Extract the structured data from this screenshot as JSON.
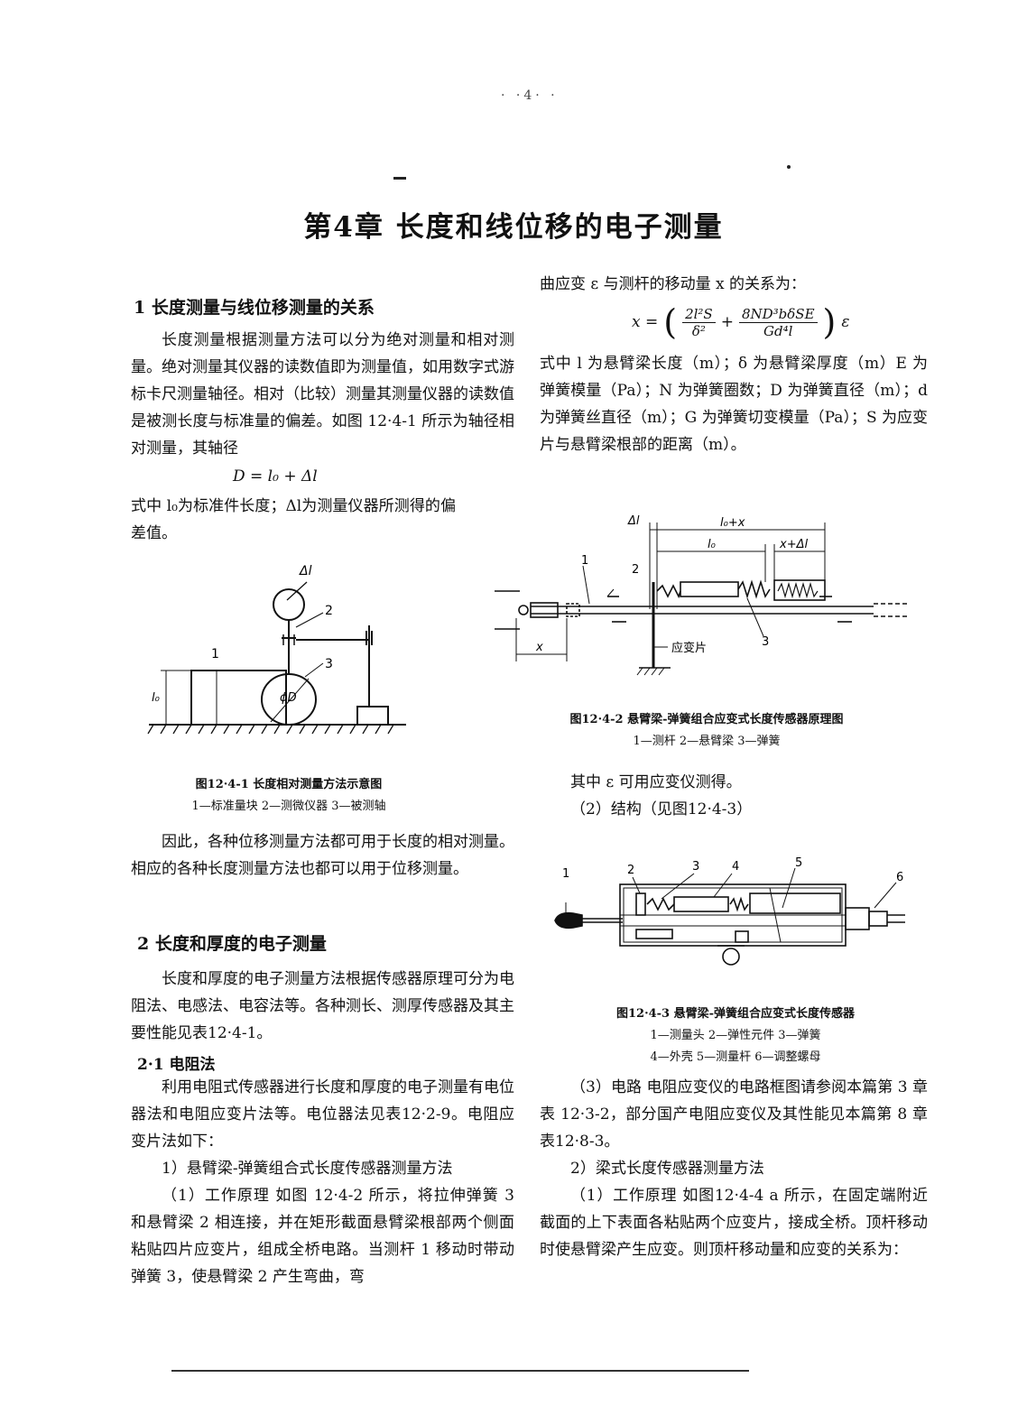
{
  "header": {
    "page_mark": "· ·4· ·"
  },
  "title": "第4章   长度和线位移的电子测量",
  "left": {
    "s1_heading": "1    长度测量与线位移测量的关系",
    "s1_p1": "长度测量根据测量方法可以分为绝对测量和相对测量。绝对测量其仪器的读数值即为测量值，如用数字式游标卡尺测量轴径。相对（比较）测量其测量仪器的读数值是被测长度与标准量的偏差。如图 12·4-1 所示为轴径相对测量，其轴径",
    "s1_eq": "D = l₀ + Δl",
    "s1_where": "式中   l₀为标准件长度；Δl为测量仪器所测得的偏差值。",
    "fig1_caption": "图12·4-1   长度相对测量方法示意图",
    "fig1_legend": "1—标准量块   2—测微仪器   3—被测轴",
    "fig1_labels": {
      "l1": "1",
      "l2": "2",
      "l3": "3",
      "dl": "Δl",
      "l0": "l₀",
      "d": "ϕD"
    },
    "s1_p2": "因此，各种位移测量方法都可用于长度的相对测量。相应的各种长度测量方法也都可以用于位移测量。",
    "s2_heading": "2    长度和厚度的电子测量",
    "s2_p1": "长度和厚度的电子测量方法根据传感器原理可分为电阻法、电感法、电容法等。各种测长、测厚传感器及其主要性能见表12·4-1。",
    "s21_heading": "2·1    电阻法",
    "s21_p1": "利用电阻式传感器进行长度和厚度的电子测量有电位器法和电阻应变片法等。电位器法见表12·2-9。电阻应变片法如下：",
    "s21_item1": "1）悬臂梁-弹簧组合式长度传感器测量方法",
    "s21_p2": "（1）工作原理   如图 12·4-2 所示，将拉伸弹簧 3 和悬臂梁 2 相连接，并在矩形截面悬臂梁根部两个侧面粘贴四片应变片，组成全桥电路。当测杆 1 移动时带动弹簧 3，使悬臂梁 2 产生弯曲，弯"
  },
  "right": {
    "p1": "曲应变 ε 与测杆的移动量 x 的关系为：",
    "eq_lhs": "x =",
    "eq_num1": "2l²S",
    "eq_den1": "δ²",
    "eq_plus": "+",
    "eq_num2": "8ND³bδSE",
    "eq_den2": "Gd⁴l",
    "eq_rhs": "ε",
    "where": "式中   l 为悬臂梁长度（m）；δ 为悬臂梁厚度（m）E 为弹簧模量（Pa）；N 为弹簧圈数；D 为弹簧直径（m）；d 为弹簧丝直径（m）；G 为弹簧切变模量（Pa）；S 为应变片与悬臂梁根部的距离（m）。",
    "fig2_labels": {
      "dl": "Δl",
      "l0x": "l₀+x",
      "l0": "l₀",
      "xdl": "x+Δl",
      "n1": "1",
      "n2": "2",
      "n3": "3",
      "x": "x",
      "gauge": "应变片"
    },
    "fig2_caption": "图12·4-2   悬臂梁-弹簧组合应变式长度传感器原理图",
    "fig2_legend": "1—测杆   2—悬臂梁   3—弹簧",
    "p2": "其中 ε 可用应变仪测得。",
    "p3": "（2）结构（见图12·4-3）",
    "fig3_labels": {
      "n1": "1",
      "n2": "2",
      "n3": "3",
      "n4": "4",
      "n5": "5",
      "n6": "6"
    },
    "fig3_caption": "图12·4-3   悬臂梁-弹簧组合应变式长度传感器",
    "fig3_legend1": "1—测量头   2—弹性元件   3—弹簧",
    "fig3_legend2": "4—外壳   5—测量杆   6—调整螺母",
    "p4": "（3）电路   电阻应变仪的电路框图请参阅本篇第 3 章表 12·3-2，部分国产电阻应变仪及其性能见本篇第 8 章表12·8-3。",
    "p5": "2）梁式长度传感器测量方法",
    "p6": "（1）工作原理   如图12·4-4 a 所示，在固定端附近截面的上下表面各粘贴两个应变片，接成全桥。顶杆移动时使悬臂梁产生应变。则顶杆移动量和应变的关系为："
  }
}
